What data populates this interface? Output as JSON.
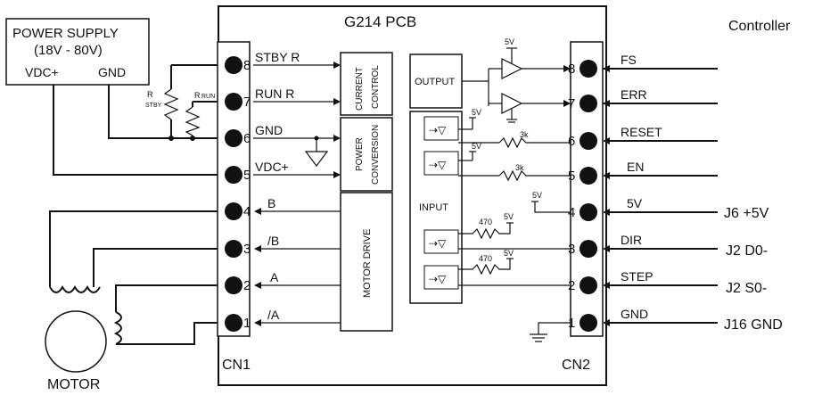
{
  "board_title": "G214 PCB",
  "controller_label": "Controller",
  "power_supply": {
    "title": "POWER SUPPLY",
    "range": "(18V - 80V)",
    "vdc_label": "VDC+",
    "gnd_label": "GND"
  },
  "motor_label": "MOTOR",
  "resistors": {
    "stby": [
      "R",
      "STBY"
    ],
    "run": [
      "R",
      "RUN"
    ]
  },
  "cn1": {
    "label": "CN1",
    "pins": [
      {
        "num": "8",
        "signal": "STBY R"
      },
      {
        "num": "7",
        "signal": "RUN R"
      },
      {
        "num": "6",
        "signal": "GND"
      },
      {
        "num": "5",
        "signal": "VDC+"
      },
      {
        "num": "4",
        "signal": "B"
      },
      {
        "num": "3",
        "signal": "/B"
      },
      {
        "num": "2",
        "signal": "A"
      },
      {
        "num": "1",
        "signal": "/A"
      }
    ]
  },
  "cn2": {
    "label": "CN2",
    "pins": [
      {
        "num": "8",
        "signal": "FS",
        "external": ""
      },
      {
        "num": "7",
        "signal": "ERR",
        "external": ""
      },
      {
        "num": "6",
        "signal": "RESET",
        "external": ""
      },
      {
        "num": "5",
        "signal": "EN",
        "external": ""
      },
      {
        "num": "4",
        "signal": "5V",
        "external": "J6 +5V"
      },
      {
        "num": "3",
        "signal": "DIR",
        "external": "J2 D0-"
      },
      {
        "num": "2",
        "signal": "STEP",
        "external": "J2 S0-"
      },
      {
        "num": "1",
        "signal": "GND",
        "external": "J16 GND"
      }
    ]
  },
  "blocks": {
    "current_control": [
      "CURRENT",
      "CONTROL"
    ],
    "power_conversion": [
      "POWER",
      "CONVERSION"
    ],
    "motor_drive": "MOTOR DRIVE",
    "output": "OUTPUT",
    "input": "INPUT"
  },
  "small_labels": {
    "five_v": "5V",
    "r3k": "3k",
    "r470": "470"
  }
}
